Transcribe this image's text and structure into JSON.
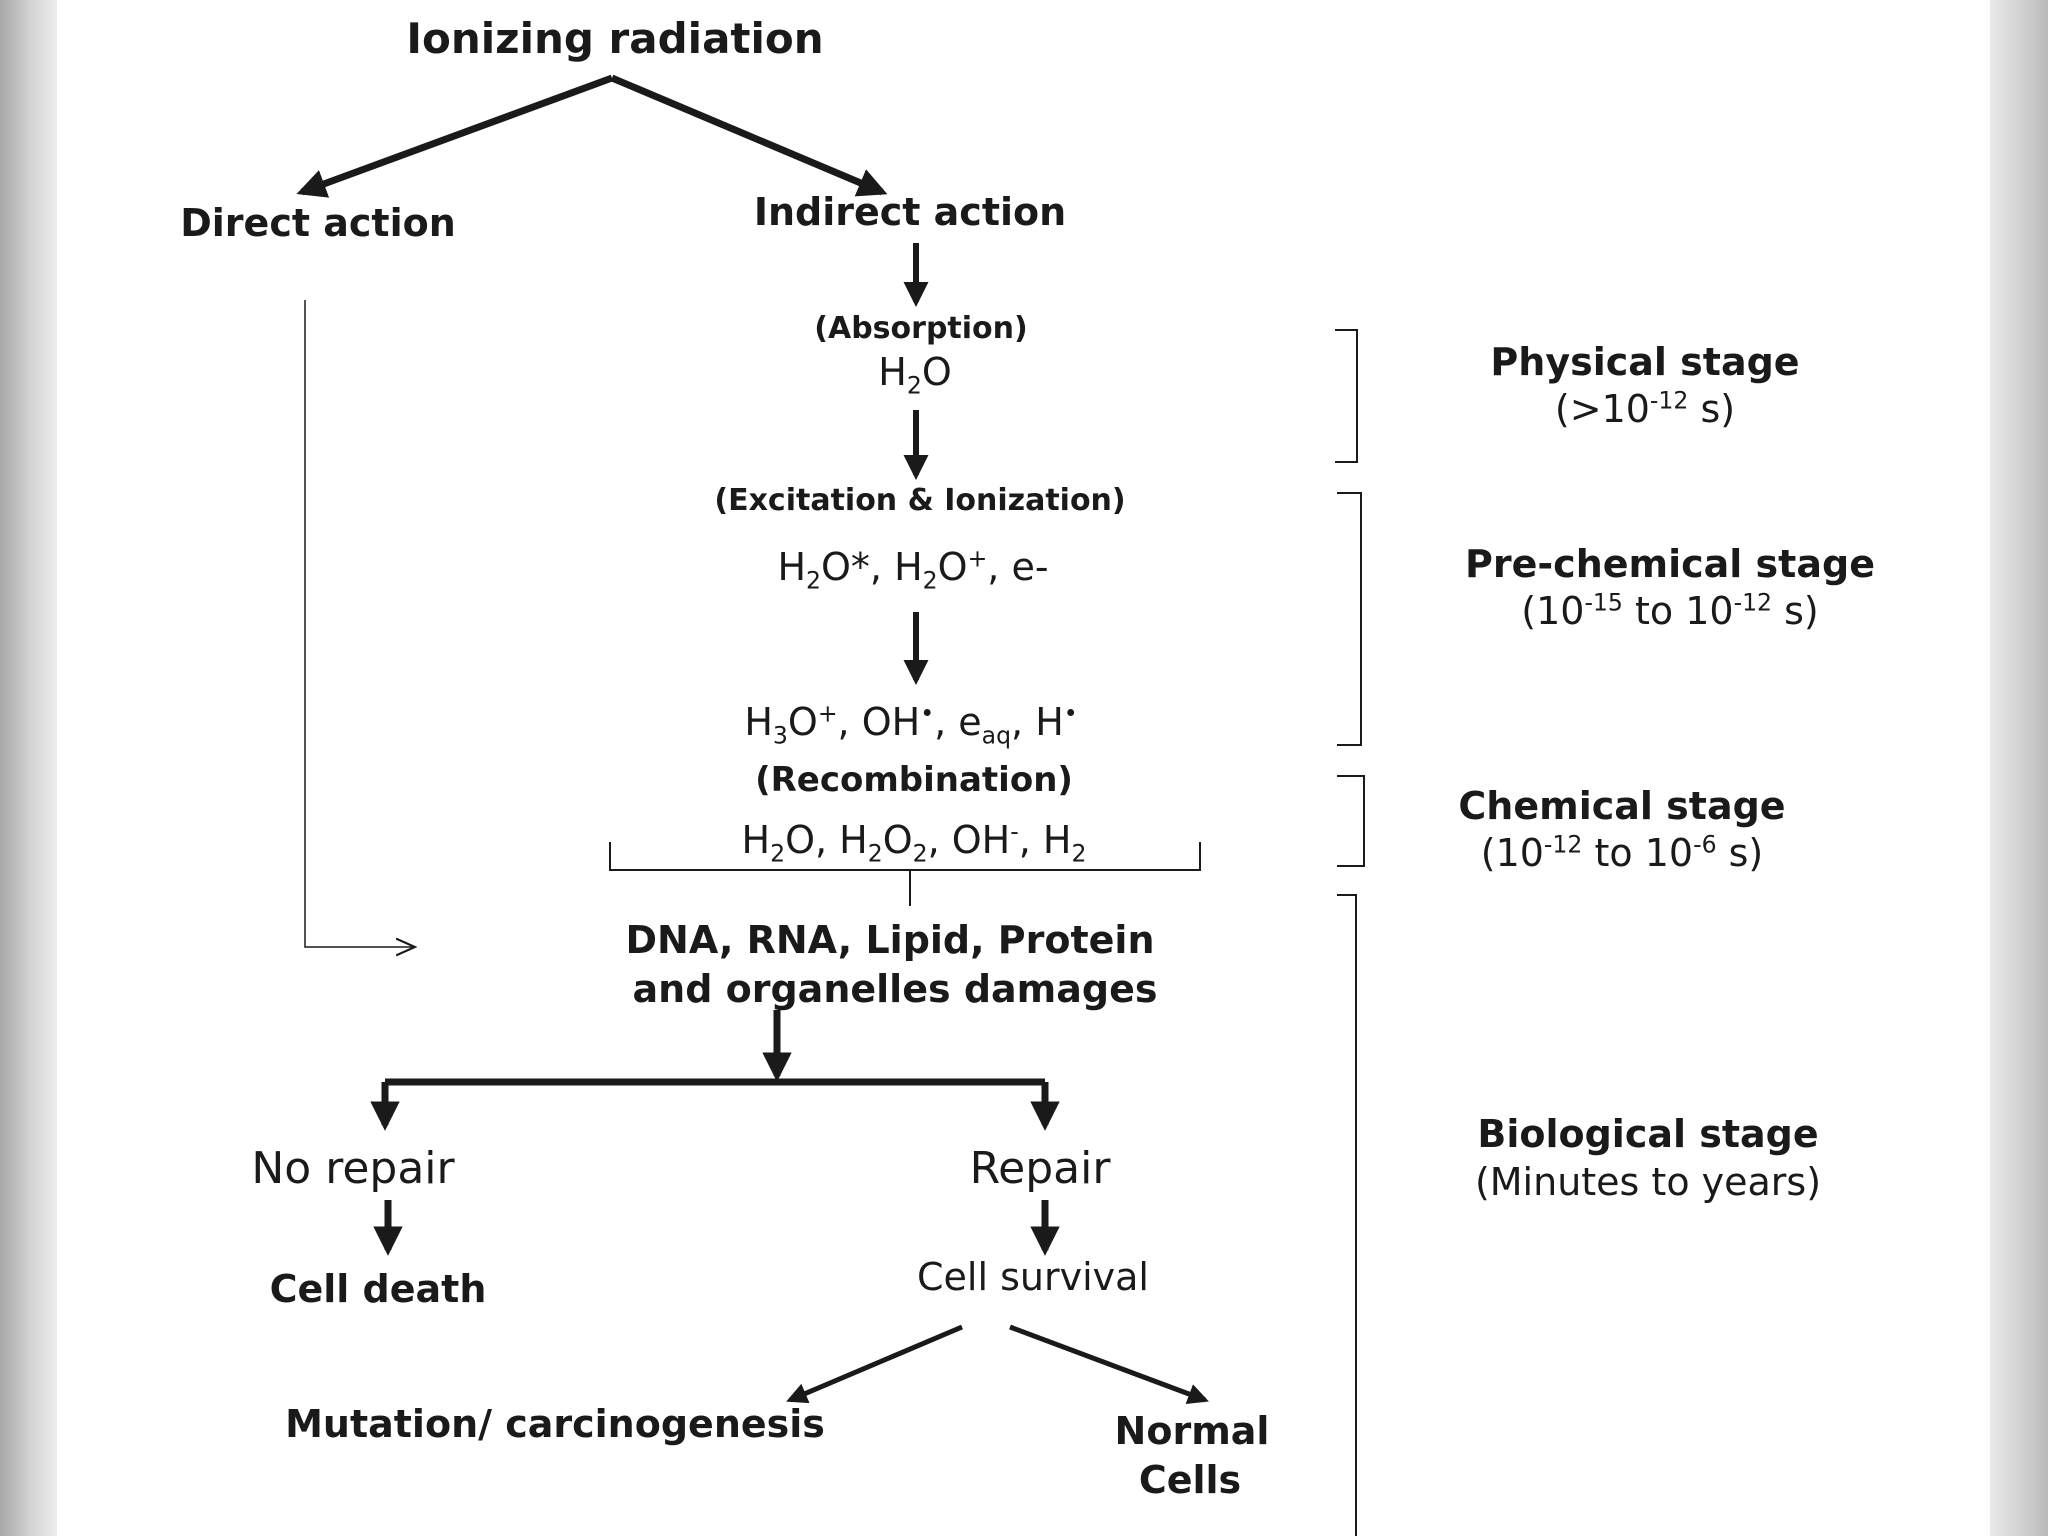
{
  "nodes": {
    "ionizing_radiation": "Ionizing radiation",
    "direct_action": "Direct action",
    "indirect_action": "Indirect action",
    "absorption": "(Absorption)",
    "h2o_pre": "H",
    "h2o_sub": "2",
    "h2o_post": "O",
    "excitation_ionization": "(Excitation  & Ionization)",
    "excited": {
      "a": "H",
      "a_sub": "2",
      "b": "O*, H",
      "b_sub": "2",
      "c": "O",
      "c_sup": "+",
      "d": ", e-"
    },
    "radicals": {
      "a": "H",
      "a_sub": "3",
      "b": "O",
      "b_sup": "+",
      "c": ", OH",
      "c_sup": "•",
      "d": ", e",
      "d_sub": "aq",
      "e": ", H",
      "e_sup": "•"
    },
    "recombination": "(Recombination)",
    "products": {
      "a": "H",
      "a_sub": "2",
      "b": "O, H",
      "b_sub": "2",
      "c": "O",
      "c_sub": "2",
      "d": ", OH",
      "d_sup": "-",
      "e": ", H",
      "e_sub": "2"
    },
    "damage_line1": "DNA, RNA, Lipid, Protein",
    "damage_line2": "and organelles damages",
    "no_repair": "No repair",
    "repair": "Repair",
    "cell_death": "Cell death",
    "cell_survival": "Cell survival",
    "mutation": "Mutation/ carcinogenesis",
    "normal_line1": "Normal",
    "normal_line2": "Cells"
  },
  "stages": {
    "physical_name": "Physical stage",
    "physical_time": {
      "a": "(>10",
      "sup": "-12",
      "b": " s)"
    },
    "prechemical_name": "Pre-chemical stage",
    "prechemical_time": {
      "a": "(10",
      "sup1": "-15",
      "b": " to 10",
      "sup2": "-12",
      "c": "  s)"
    },
    "chemical_name": "Chemical stage",
    "chemical_time": {
      "a": "(10",
      "sup1": "-12",
      "b": " to 10",
      "sup2": "-6",
      "c": "  s)"
    },
    "biological_name": "Biological stage",
    "biological_time": "(Minutes to years)"
  },
  "colors": {
    "ink": "#1a1a1a",
    "background": "#ffffff",
    "frame": "#c4c4c4"
  }
}
